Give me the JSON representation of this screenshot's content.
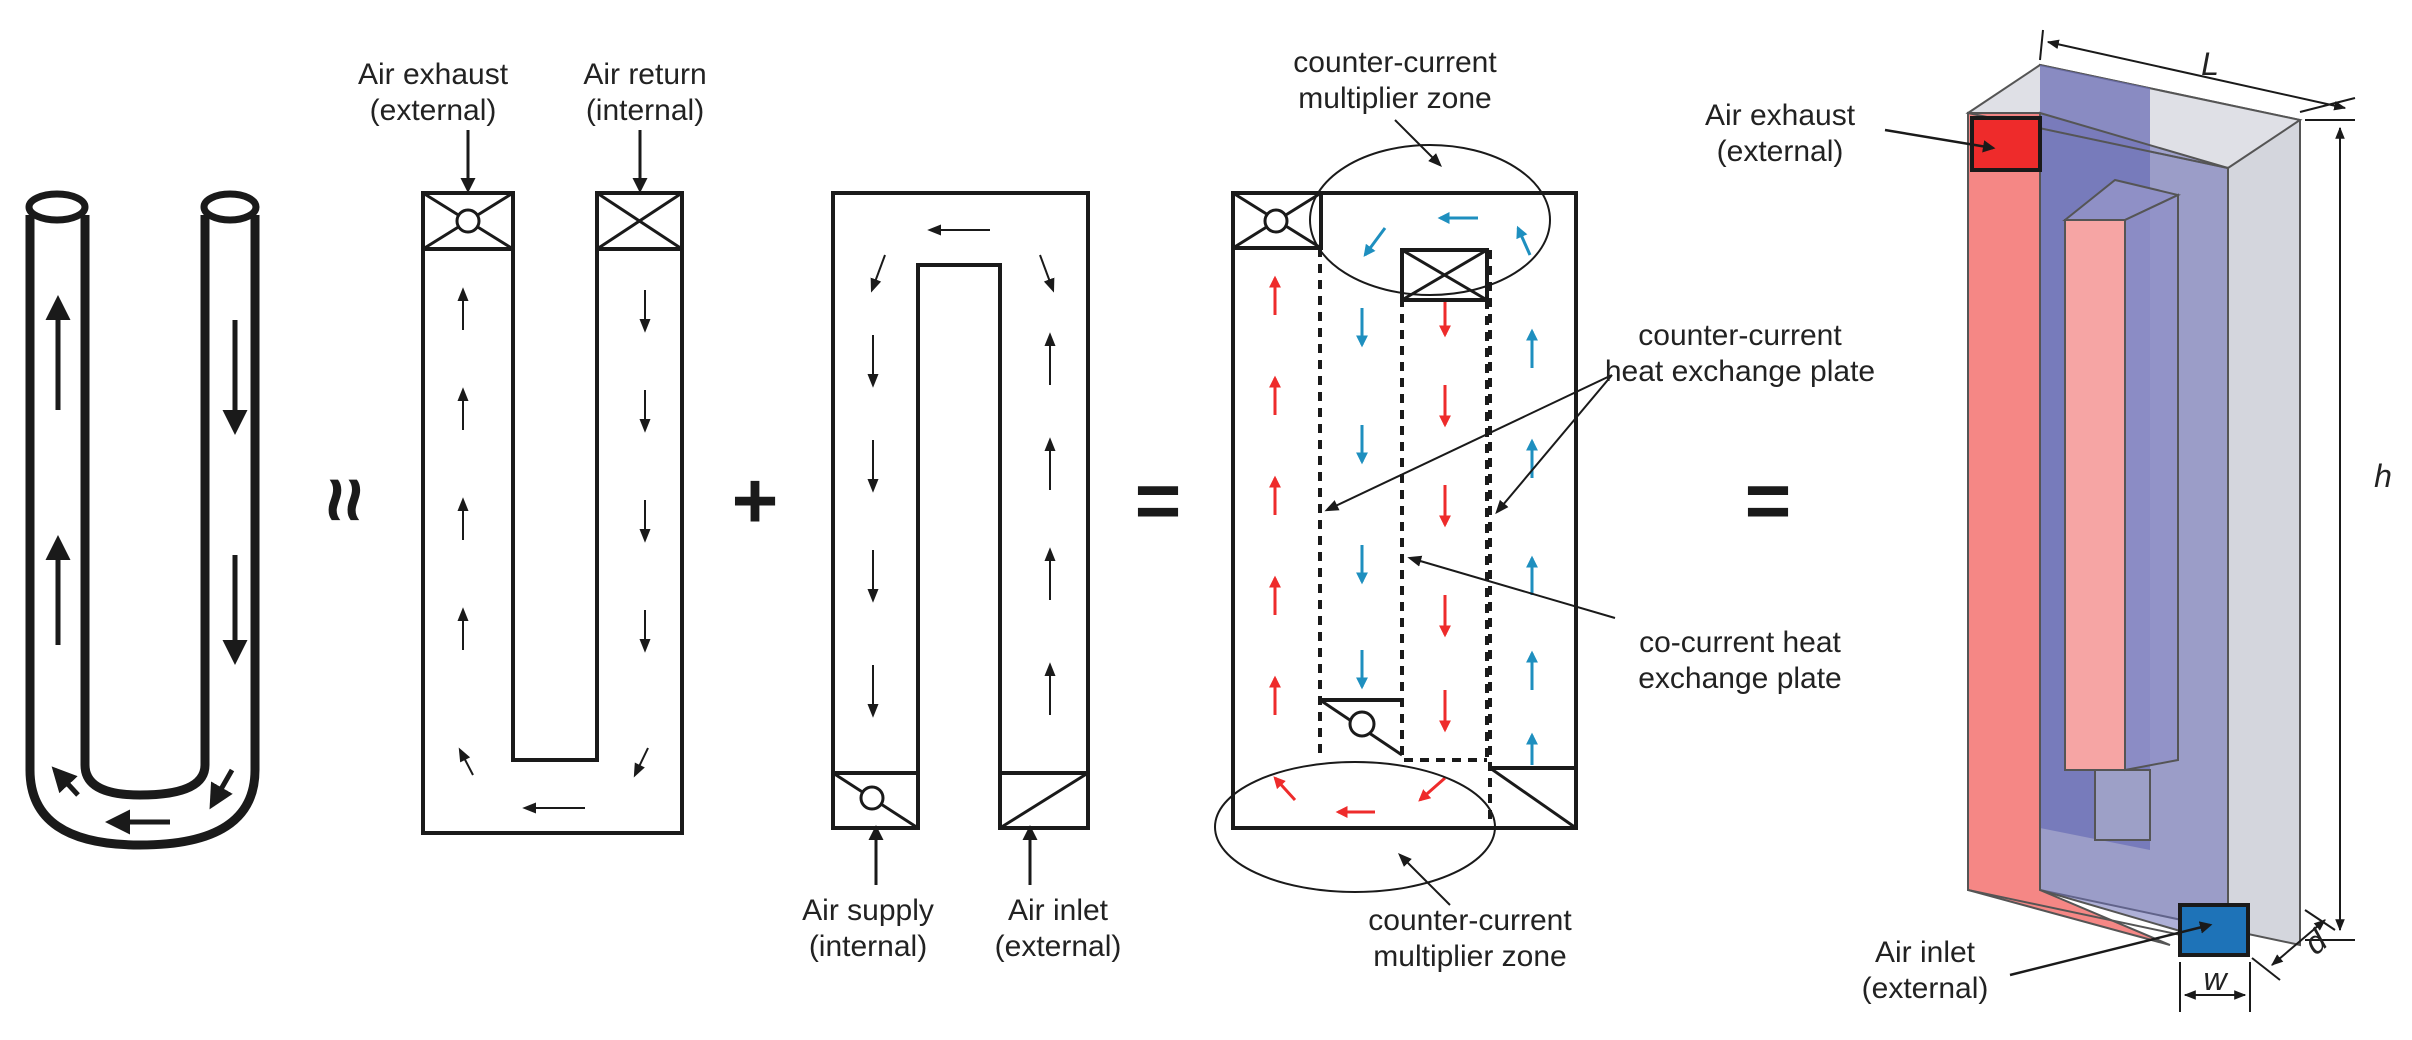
{
  "operators": {
    "approx": "≈",
    "plus": "+",
    "equals_1": "=",
    "equals_2": "="
  },
  "panel2": {
    "air_exhaust_l1": "Air exhaust",
    "air_exhaust_l2": "(external)",
    "air_return_l1": "Air return",
    "air_return_l2": "(internal)"
  },
  "panel3": {
    "air_supply_l1": "Air supply",
    "air_supply_l2": "(internal)",
    "air_inlet_l1": "Air inlet",
    "air_inlet_l2": "(external)"
  },
  "panel4": {
    "multiplier_top_l1": "counter-current",
    "multiplier_top_l2": "multiplier zone",
    "counter_plate_l1": "counter-current",
    "counter_plate_l2": "heat exchange plate",
    "co_plate_l1": "co-current heat",
    "co_plate_l2": "exchange plate",
    "multiplier_bottom_l1": "counter-current",
    "multiplier_bottom_l2": "multiplier zone"
  },
  "panel5": {
    "air_exhaust_l1": "Air exhaust",
    "air_exhaust_l2": "(external)",
    "air_inlet_l1": "Air inlet",
    "air_inlet_l2": "(external)",
    "dim_L": "L",
    "dim_h": "h",
    "dim_w": "w",
    "dim_d": "d"
  },
  "colors": {
    "hot": "#ee2b2b",
    "cold": "#1e8fbf",
    "hot_fill": "#f47a78",
    "cold_fill": "#6c6fb6",
    "grey_fill": "#c6c8d2",
    "line": "#1a1a1a"
  }
}
